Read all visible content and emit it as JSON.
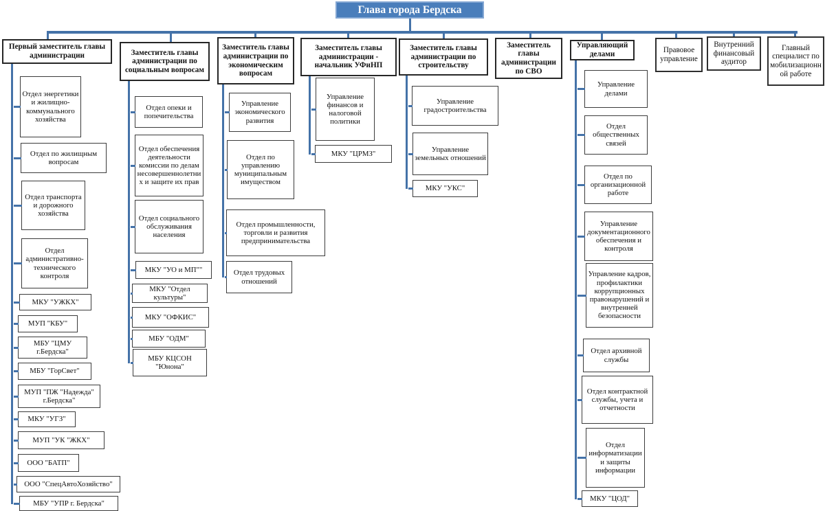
{
  "title": "Глава города Бердска",
  "colors": {
    "accent_fill": "#4a7ebb",
    "accent_border": "#84a7d3",
    "connector": "#4472a8",
    "box_border": "#2e2e2e"
  },
  "columns": [
    {
      "header": "Первый заместитель главы администрации",
      "children": [
        "Отдел энергетики и жилищно-коммунального хозяйства",
        "Отдел по жилищным вопросам",
        "Отдел транспорта и дорожного хозяйства",
        "Отдел административно-технического контроля",
        "МКУ \"УЖКХ\"",
        "МУП \"КБУ\"",
        "МБУ \"ЦМУ г.Бердска\"",
        "МБУ \"ГорСвет\"",
        "МУП \"ПЖ \"Надежда\" г.Бердска\"",
        "МКУ \"УГЗ\"",
        "МУП \"УК \"ЖКХ\"",
        "ООО \"БАТП\"",
        "ООО \"СпецАвтоХозяйство\"",
        "МБУ \"УПР г. Бердска\""
      ]
    },
    {
      "header": "Заместитель главы администрации по социальным вопросам",
      "children": [
        "Отдел опеки и попечительства",
        "Отдел обеспечения деятельности комиссии по делам несовершеннолетних и защите их прав",
        "Отдел социального обслуживания населения",
        "МКУ \"УО и МП\"\"",
        "МКУ \"Отдел культуры\"",
        "МКУ \"ОФКИС\"",
        "МБУ \"ОДМ\"",
        "МБУ КЦСОН \"Юнона\""
      ]
    },
    {
      "header": "Заместитель главы администрации по экономическим вопросам",
      "children": [
        "Управление экономического развития",
        "Отдел по управлению муниципальным имуществом",
        "Отдел промышленности, торговли и развития предпринимательства",
        "Отдел трудовых отношений"
      ]
    },
    {
      "header": "Заместитель главы администрации - начальник УФиНП",
      "children": [
        "Управление финансов и налоговой политики",
        "МКУ \"ЦРМЗ\""
      ]
    },
    {
      "header": "Заместитель главы администрации по строительству",
      "children": [
        "Управление градостроительства",
        "Управление земельных отношений",
        "МКУ \"УКС\""
      ]
    },
    {
      "header": "Заместитель главы администрации по СВО",
      "children": []
    },
    {
      "header": "Управляющий делами",
      "children": [
        "Управление делами",
        "Отдел общественных связей",
        "Отдел по организационной работе",
        "Управление документационного обеспечения и контроля",
        "Управление кадров, профилактики коррупционных правонарушений и внутренней безопасности",
        "Отдел архивной службы",
        "Отдел контрактной службы, учета и отчетности",
        "Отдел информатизации и защиты информации",
        "МКУ \"ЦОД\""
      ]
    },
    {
      "header": "Правовое управление",
      "children": []
    },
    {
      "header": "Внутренний финансовый аудитор",
      "children": []
    },
    {
      "header": "Главный специалист по мобилизационной работе",
      "children": []
    }
  ]
}
